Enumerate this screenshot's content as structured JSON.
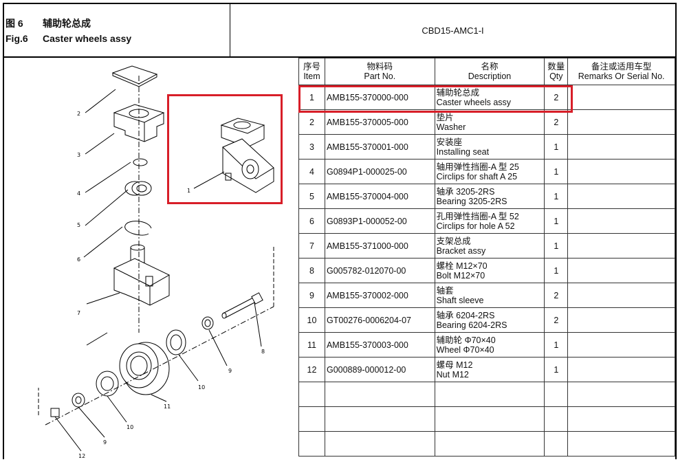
{
  "header": {
    "fig_label_cn": "图 6",
    "title_cn": "辅助轮总成",
    "fig_label_en": "Fig.6",
    "title_en": "Caster wheels assy",
    "model": "CBD15-AMC1-I"
  },
  "table": {
    "columns": [
      {
        "cn": "序号",
        "en": "Item"
      },
      {
        "cn": "物料码",
        "en": "Part No."
      },
      {
        "cn": "名称",
        "en": "Description"
      },
      {
        "cn": "数量",
        "en": "Qty"
      },
      {
        "cn": "备注或适用车型",
        "en": "Remarks Or Serial No."
      }
    ],
    "rows": [
      {
        "item": "1",
        "part": "AMB155-370000-000",
        "desc_cn": "辅助轮总成",
        "desc_en": "Caster wheels assy",
        "qty": "2",
        "remarks": ""
      },
      {
        "item": "2",
        "part": "AMB155-370005-000",
        "desc_cn": "垫片",
        "desc_en": "Washer",
        "qty": "2",
        "remarks": ""
      },
      {
        "item": "3",
        "part": "AMB155-370001-000",
        "desc_cn": "安装座",
        "desc_en": "Installing seat",
        "qty": "1",
        "remarks": ""
      },
      {
        "item": "4",
        "part": "G0894P1-000025-00",
        "desc_cn": "轴用弹性挡圈-A 型 25",
        "desc_en": "Circlips for shaft A 25",
        "qty": "1",
        "remarks": ""
      },
      {
        "item": "5",
        "part": "AMB155-370004-000",
        "desc_cn": "轴承 3205-2RS",
        "desc_en": "Bearing 3205-2RS",
        "qty": "1",
        "remarks": ""
      },
      {
        "item": "6",
        "part": "G0893P1-000052-00",
        "desc_cn": "孔用弹性挡圈-A 型 52",
        "desc_en": "Circlips for hole A 52",
        "qty": "1",
        "remarks": ""
      },
      {
        "item": "7",
        "part": "AMB155-371000-000",
        "desc_cn": "支架总成",
        "desc_en": "Bracket assy",
        "qty": "1",
        "remarks": ""
      },
      {
        "item": "8",
        "part": "G005782-012070-00",
        "desc_cn": "螺栓 M12×70",
        "desc_en": "Bolt M12×70",
        "qty": "1",
        "remarks": ""
      },
      {
        "item": "9",
        "part": "AMB155-370002-000",
        "desc_cn": "轴套",
        "desc_en": "Shaft sleeve",
        "qty": "2",
        "remarks": ""
      },
      {
        "item": "10",
        "part": "GT00276-0006204-07",
        "desc_cn": "轴承 6204-2RS",
        "desc_en": "Bearing 6204-2RS",
        "qty": "2",
        "remarks": ""
      },
      {
        "item": "11",
        "part": "AMB155-370003-000",
        "desc_cn": "辅助轮 Φ70×40",
        "desc_en": "Wheel Φ70×40",
        "qty": "1",
        "remarks": ""
      },
      {
        "item": "12",
        "part": "G000889-000012-00",
        "desc_cn": "螺母 M12",
        "desc_en": "Nut M12",
        "qty": "1",
        "remarks": ""
      },
      {
        "item": "",
        "part": "",
        "desc_cn": "",
        "desc_en": "",
        "qty": "",
        "remarks": ""
      },
      {
        "item": "",
        "part": "",
        "desc_cn": "",
        "desc_en": "",
        "qty": "",
        "remarks": ""
      },
      {
        "item": "",
        "part": "",
        "desc_cn": "",
        "desc_en": "",
        "qty": "",
        "remarks": ""
      }
    ]
  },
  "drawing": {
    "callouts": [
      "1",
      "2",
      "3",
      "4",
      "5",
      "6",
      "7",
      "8",
      "9",
      "10",
      "11",
      "9",
      "10",
      "12"
    ]
  },
  "colors": {
    "highlight": "#d81e28",
    "line": "#000000"
  }
}
